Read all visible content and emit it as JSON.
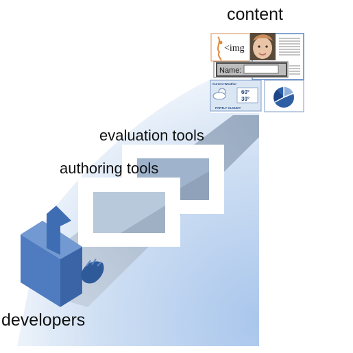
{
  "labels": {
    "content": "content",
    "evaluation_tools": "evaluation tools",
    "authoring_tools": "authoring tools",
    "developers": "developers"
  },
  "content_panel": {
    "img_tag_text": "<img",
    "name_field_label": "Name:",
    "weather_title": "Current Weather",
    "weather_high": "60°",
    "weather_low": "30°",
    "weather_condition": "PARTLY CLOUDY"
  },
  "colors": {
    "background_glow": "#bcd2ee",
    "beam_light": "#9fb1c8",
    "beam_dark": "#7f93ad",
    "frame_white": "#ffffff",
    "developer_figure": "#4a76b8",
    "developer_figure_dark": "#2f5a99"
  },
  "icons": {
    "developer_hand": "hand-icon",
    "developer_arrow": "arrow-up-icon",
    "pie_chart": "pie-chart-icon",
    "weather": "cloud-sun-icon",
    "portrait": "child-portrait-icon"
  }
}
